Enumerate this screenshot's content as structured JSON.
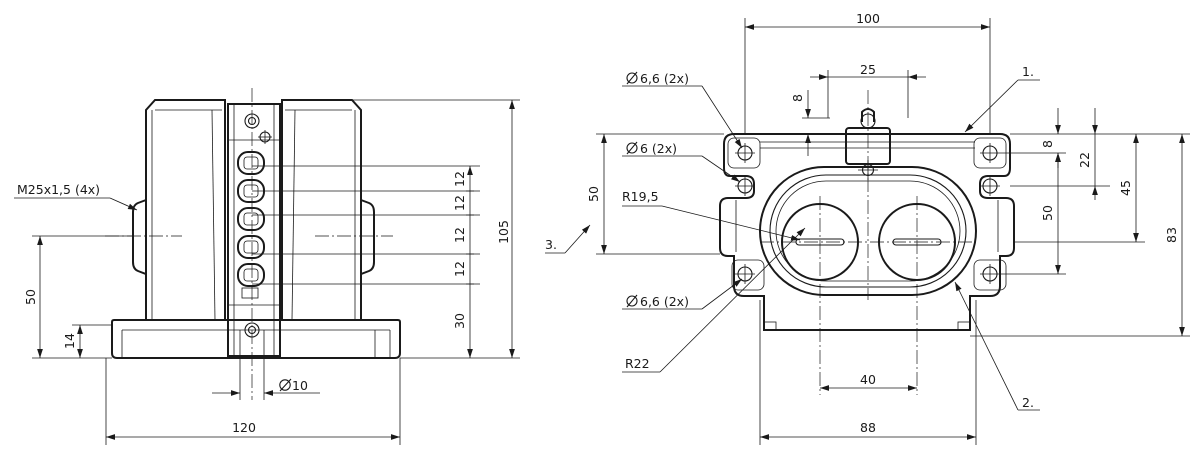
{
  "side_view": {
    "thread_note": "M25x1,5 (4x)",
    "hole_note": "10",
    "width": "120",
    "height_total": "105",
    "height_axis": "50",
    "height_flange": "14",
    "spacings": [
      "12",
      "12",
      "12",
      "12"
    ],
    "bottom_spacing": "30"
  },
  "front_view": {
    "width_top": "100",
    "spacing_top": "25",
    "offset_top": "8",
    "hole_note_top": "6,6 (2x)",
    "hole_note_mid": "6 (2x)",
    "hole_note_bottom": "6,6 (2x)",
    "radius_inner": "R19,5",
    "radius_outer": "R22",
    "height_left": "50",
    "width_center": "40",
    "width_bottom": "88",
    "right_8": "8",
    "right_22": "22",
    "right_50": "50",
    "right_45": "45",
    "right_83": "83",
    "callout_1": "1.",
    "callout_2": "2.",
    "callout_3": "3."
  }
}
